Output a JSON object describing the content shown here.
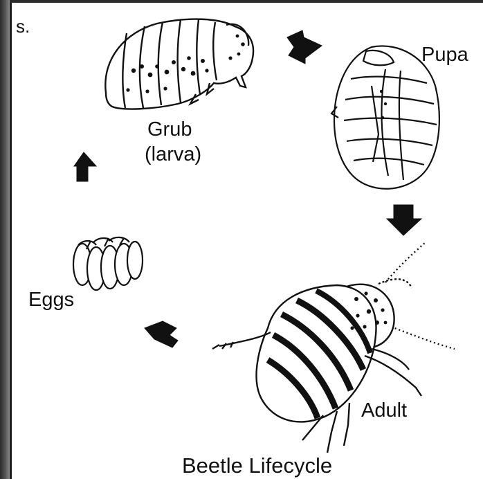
{
  "labels": {
    "corner_fragment": "s.",
    "grub_line1": "Grub",
    "grub_line2": "(larva)",
    "pupa": "Pupa",
    "eggs": "Eggs",
    "adult": "Adult",
    "caption": "Beetle Lifecycle"
  },
  "colors": {
    "ink": "#111111",
    "paper": "#ffffff",
    "frame": "#3a3a3a"
  },
  "icons": [
    "grub-illustration",
    "pupa-illustration",
    "eggs-illustration",
    "adult-beetle-illustration",
    "cycle-arrow"
  ]
}
